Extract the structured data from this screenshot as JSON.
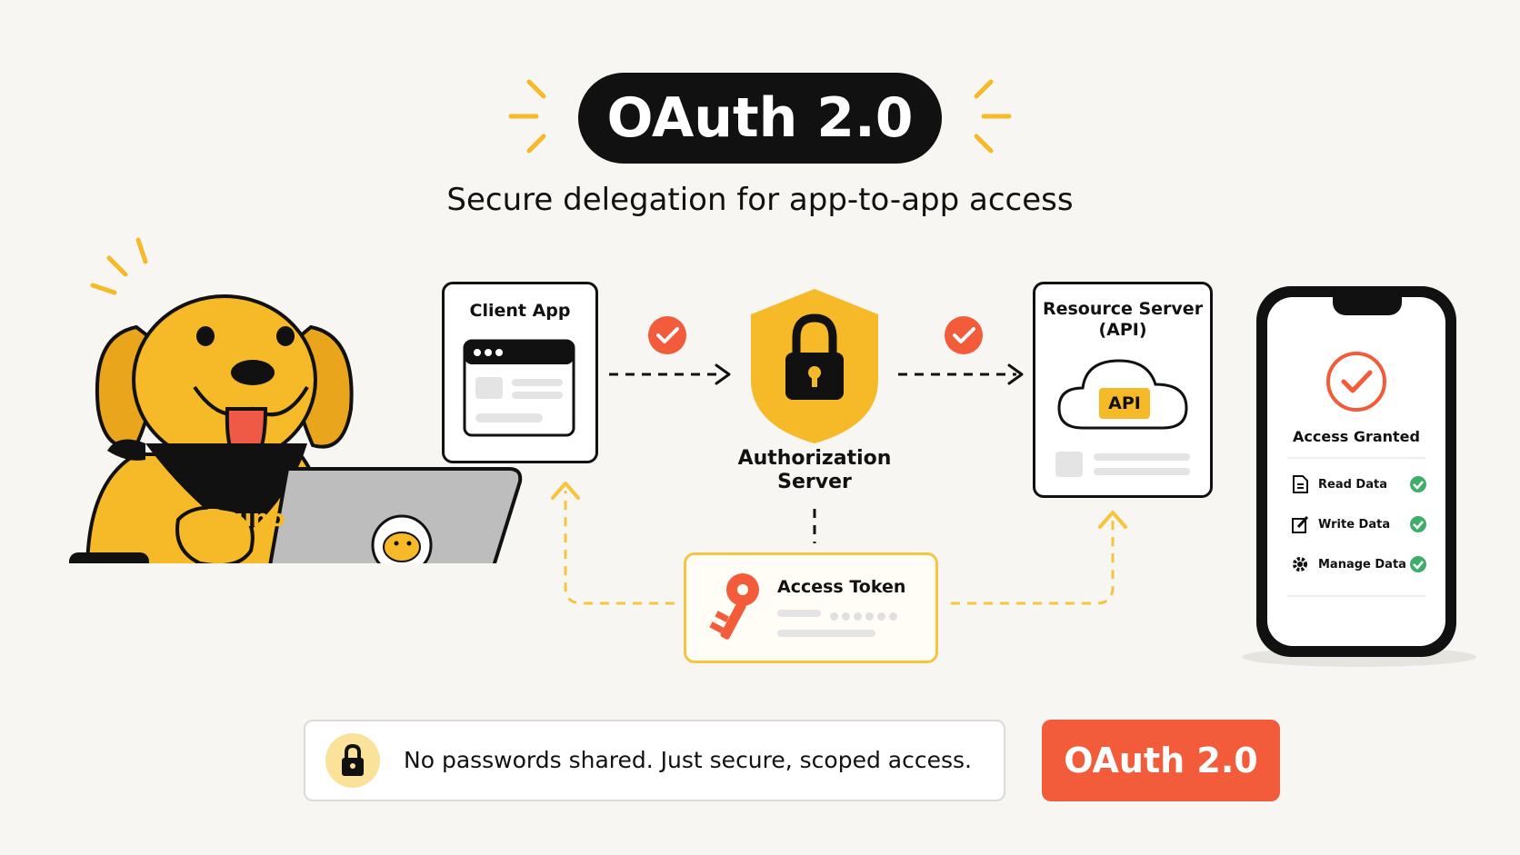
{
  "header": {
    "title": "OAuth 2.0",
    "subtitle": "Secure delegation for app-to-app access"
  },
  "mascot": {
    "bandana_name": "Bruno"
  },
  "nodes": {
    "client_app": "Client App",
    "auth_server_line1": "Authorization",
    "auth_server_line2": "Server",
    "resource_server_line1": "Resource Server",
    "resource_server_line2": "(API)",
    "api_chip": "API",
    "access_token": "Access Token"
  },
  "phone": {
    "status": "Access Granted",
    "permissions": [
      {
        "label": "Read Data",
        "icon": "document-icon"
      },
      {
        "label": "Write Data",
        "icon": "edit-icon"
      },
      {
        "label": "Manage Data",
        "icon": "gear-icon"
      }
    ]
  },
  "footer": {
    "note": "No passwords shared. Just secure, scoped access.",
    "badge": "OAuth 2.0"
  },
  "colors": {
    "accent_yellow": "#f6b928",
    "accent_red": "#f25c3b",
    "success_green": "#3fae6a",
    "ink": "#111111"
  }
}
